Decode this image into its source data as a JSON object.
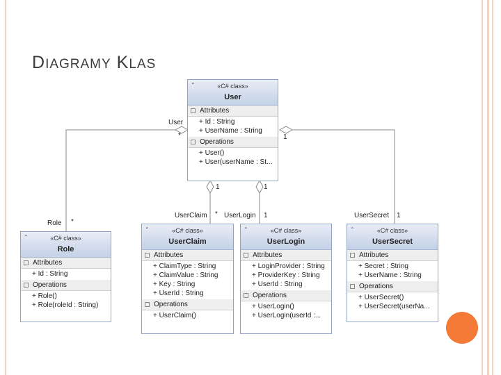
{
  "slide": {
    "title_first_big": "D",
    "title_rest": "IAGRAMY",
    "title_space": " ",
    "title_second_big": "K",
    "title_second_rest": "LAS"
  },
  "diagram": {
    "classes": [
      {
        "id": "user",
        "stereotype": "«C# class»",
        "name": "User",
        "attributes_label": "Attributes",
        "attributes": [
          "+ Id : String",
          "+ UserName : String"
        ],
        "operations_label": "Operations",
        "operations": [
          "+ User()",
          "+ User(userName : St..."
        ]
      },
      {
        "id": "role",
        "stereotype": "«C# class»",
        "name": "Role",
        "attributes_label": "Attributes",
        "attributes": [
          "+ Id : String"
        ],
        "operations_label": "Operations",
        "operations": [
          "+ Role()",
          "+ Role(roleId : String)"
        ]
      },
      {
        "id": "userclaim",
        "stereotype": "«C# class»",
        "name": "UserClaim",
        "attributes_label": "Attributes",
        "attributes": [
          "+ ClaimType : String",
          "+ ClaimValue : String",
          "+ Key : String",
          "+ UserId : String"
        ],
        "operations_label": "Operations",
        "operations": [
          "+ UserClaim()"
        ]
      },
      {
        "id": "userlogin",
        "stereotype": "«C# class»",
        "name": "UserLogin",
        "attributes_label": "Attributes",
        "attributes": [
          "+ LoginProvider : String",
          "+ ProviderKey : String",
          "+ UserId : String"
        ],
        "operations_label": "Operations",
        "operations": [
          "+ UserLogin()",
          "+ UserLogin(userId :..."
        ]
      },
      {
        "id": "usersecret",
        "stereotype": "«C# class»",
        "name": "UserSecret",
        "attributes_label": "Attributes",
        "attributes": [
          "+ Secret : String",
          "+ UserName : String"
        ],
        "operations_label": "Operations",
        "operations": [
          "+ UserSecret()",
          "+ UserSecret(userNa..."
        ]
      }
    ],
    "relation_labels": {
      "user_role_end": "User",
      "user_role_mult": "*",
      "user_secret_mult": "1",
      "role_end": "Role",
      "role_mult": "*",
      "claim_end": "UserClaim",
      "claim_mult": "*",
      "claim_user_mult": "1",
      "login_end": "UserLogin",
      "login_mult": "1",
      "login_user_mult": "1",
      "secret_end": "UserSecret",
      "secret_mult": "1"
    },
    "colors": {
      "header_top": "#e9edf6",
      "header_bottom": "#c5d1e7",
      "border": "#8fa4c4",
      "accent_circle": "#f47a38",
      "frame": "#f5d3c0"
    }
  }
}
